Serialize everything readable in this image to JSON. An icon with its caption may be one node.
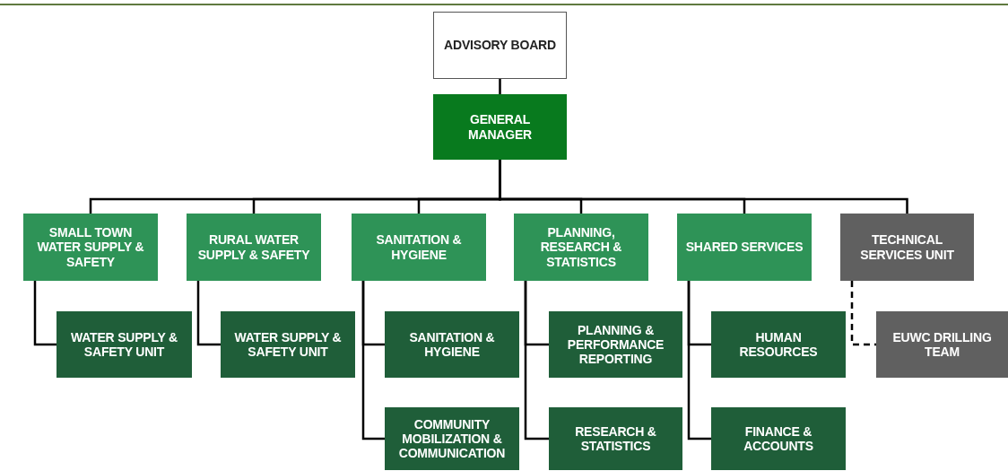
{
  "diagram": {
    "nodes": [
      {
        "text": [
          "ADVISORY BOARD"
        ]
      },
      {
        "text": [
          "GENERAL MANAGER"
        ]
      },
      {
        "text": [
          "SMALL TOWN WATER SUPPLY & SAFETY"
        ]
      },
      {
        "text": [
          "RURAL WATER SUPPLY & SAFETY"
        ]
      },
      {
        "text": [
          "SANITATION & HYGIENE"
        ]
      },
      {
        "text": [
          "PLANNING, RESEARCH & STATISTICS"
        ]
      },
      {
        "text": [
          "SHARED SERVICES"
        ]
      },
      {
        "text": [
          "TECHNICAL SERVICES UNIT"
        ]
      },
      {
        "text": [
          "WATER SUPPLY & SAFETY UNIT"
        ]
      },
      {
        "text": [
          "WATER SUPPLY & SAFETY  UNIT"
        ]
      },
      {
        "text": [
          "SANITATION & HYGIENE"
        ]
      },
      {
        "text": [
          "PLANNING & PERFORMANCE REPORTING"
        ]
      },
      {
        "text": [
          "HUMAN RESOURCES"
        ]
      },
      {
        "text": [
          "EUWC DRILLING TEAM"
        ]
      },
      {
        "text": [
          "COMMUNITY MOBILIZATION & COMMUNICATION"
        ]
      },
      {
        "text": [
          "RESEARCH & STATISTICS"
        ]
      },
      {
        "text": [
          "FINANCE & ACCOUNTS"
        ]
      }
    ],
    "edges": [
      {
        "from": 0,
        "to": 1,
        "arrow": "none"
      },
      {
        "from": 1,
        "to": 2,
        "arrow": "none"
      },
      {
        "from": 1,
        "to": 3,
        "arrow": "none"
      },
      {
        "from": 1,
        "to": 4,
        "arrow": "none"
      },
      {
        "from": 1,
        "to": 5,
        "arrow": "none"
      },
      {
        "from": 1,
        "to": 6,
        "arrow": "none"
      },
      {
        "from": 1,
        "to": 7,
        "arrow": "none"
      },
      {
        "from": 2,
        "to": 8,
        "arrow": "none"
      },
      {
        "from": 3,
        "to": 9,
        "arrow": "none"
      },
      {
        "from": 4,
        "to": 10,
        "arrow": "none"
      },
      {
        "from": 4,
        "to": 14,
        "arrow": "none"
      },
      {
        "from": 5,
        "to": 11,
        "arrow": "none"
      },
      {
        "from": 5,
        "to": 15,
        "arrow": "none"
      },
      {
        "from": 6,
        "to": 12,
        "arrow": "none"
      },
      {
        "from": 6,
        "to": 16,
        "arrow": "none"
      },
      {
        "from": 7,
        "to": 13,
        "arrow": "none",
        "style": "dashed"
      }
    ]
  }
}
